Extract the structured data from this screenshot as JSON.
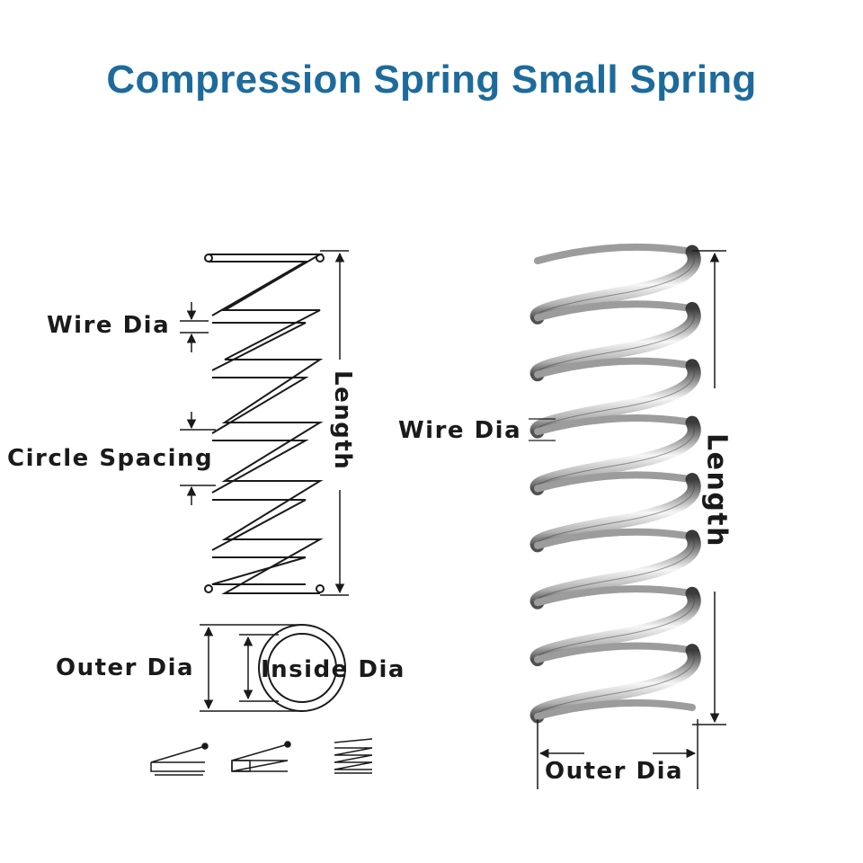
{
  "title": "Compression Spring Small Spring",
  "colors": {
    "title": "#1d6b9c",
    "line": "#1a1a1a",
    "steel_light": "#f2f2f2",
    "steel_dark": "#4a4a4a"
  },
  "diagram": {
    "labels": {
      "wire_dia": "Wire Dia",
      "circle_spacing": "Circle Spacing",
      "length": "Length",
      "outer_dia": "Outer Dia",
      "inside_dia": "Inside Dia"
    }
  },
  "photo": {
    "labels": {
      "wire_dia": "Wire Dia",
      "length": "Length",
      "outer_dia": "Outer Dia"
    }
  },
  "end_types_icons": [
    "open-end-icon",
    "ground-end-icon",
    "closed-end-icon"
  ]
}
